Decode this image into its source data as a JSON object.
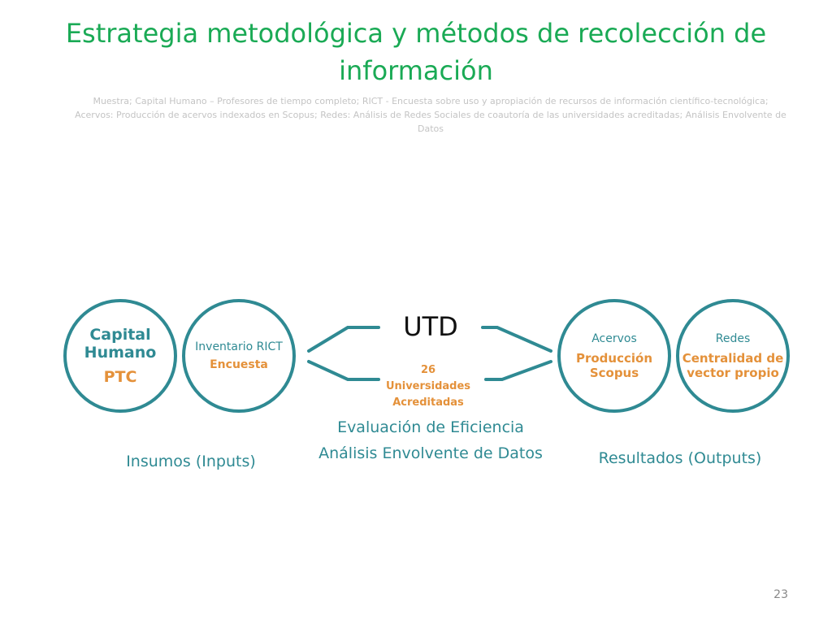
{
  "slide": {
    "title": "Estrategia metodológica y métodos de recolección de información",
    "subtitle": "Muestra; Capital Humano – Profesores de tiempo completo; RICT - Encuesta sobre uso y apropiación de recursos de información científico-tecnológica; Acervos: Producción de acervos indexados en Scopus; Redes: Análisis de Redes Sociales de coautoría de las universidades acreditadas; Análisis Envolvente de Datos",
    "page_number": "23"
  },
  "inputs": {
    "capital": {
      "line1": "Capital",
      "line2": "Humano",
      "sub": "PTC"
    },
    "rict": {
      "label": "Inventario RICT",
      "sub": "Encuesta"
    },
    "caption": "Insumos (Inputs)"
  },
  "center": {
    "utd": "UTD",
    "univ_line1": "26",
    "univ_line2": "Universidades",
    "univ_line3": "Acreditadas",
    "eval": "Evaluación de Eficiencia",
    "dea": "Análisis Envolvente de Datos"
  },
  "outputs": {
    "acervos": {
      "label": "Acervos",
      "sub_line1": "Producción",
      "sub_line2": "Scopus"
    },
    "redes": {
      "label": "Redes",
      "sub_line1": "Centralidad de",
      "sub_line2": "vector propio"
    },
    "caption": "Resultados (Outputs)"
  },
  "colors": {
    "title": "#1aaa55",
    "circle_border": "#2f8a93",
    "accent": "#e4913a",
    "subtitle": "#c4c4c4"
  }
}
